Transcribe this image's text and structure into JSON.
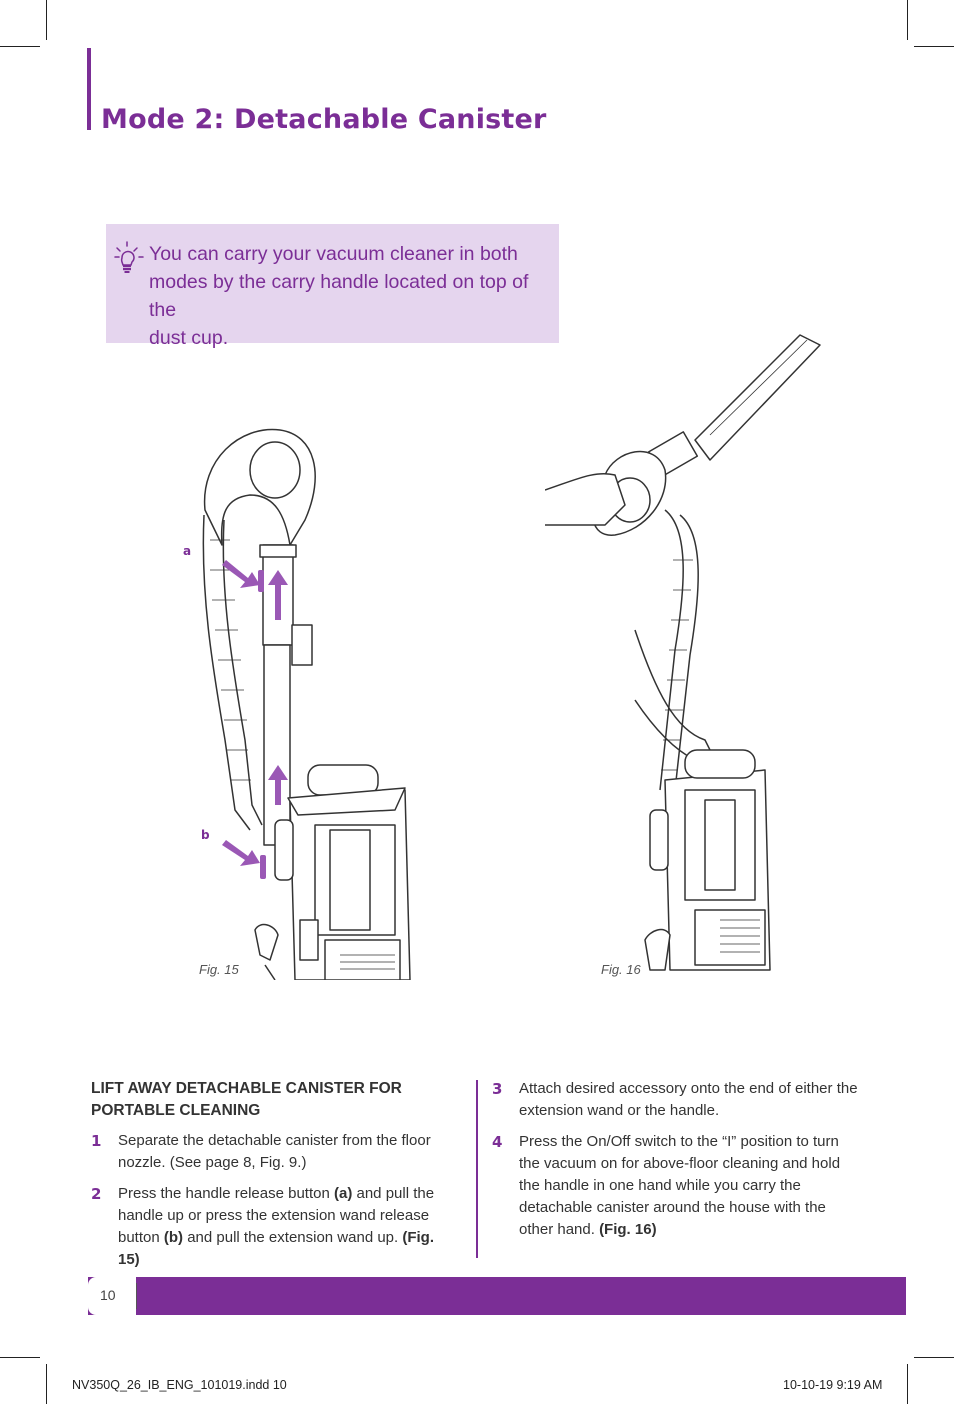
{
  "page_title": "Mode 2: Detachable Canister",
  "tip": {
    "icon": "lightbulb-icon",
    "text_line1": "You can carry your vacuum cleaner in both",
    "text_line2": "modes by the carry handle located on top of the",
    "text_line3": "dust cup."
  },
  "figures": [
    {
      "caption": "Fig. 15",
      "callout_a": "a",
      "callout_b": "b"
    },
    {
      "caption": "Fig. 16"
    }
  ],
  "instructions": {
    "heading_line1": "LIFT AWAY DETACHABLE CANISTER FOR",
    "heading_line2": "PORTABLE CLEANING",
    "steps": [
      {
        "num": "1",
        "text": "Separate the detachable canister from the floor nozzle.  (See page 8, Fig. 9.)"
      },
      {
        "num": "2",
        "t1": "Press the handle release button ",
        "b1": "(a)",
        "t2": " and pull the handle up or press the extension wand release button ",
        "b2": "(b)",
        "t3": " and pull the extension wand up. ",
        "b3": "(Fig. 15)"
      },
      {
        "num": "3",
        "text": "Attach desired accessory onto the end of either the extension wand or the handle."
      },
      {
        "num": "4",
        "t1": "Press the On/Off switch to the “I” position to turn the vacuum on for above-floor cleaning and hold the handle in one hand while you carry the detachable canister around the house with the other hand.  ",
        "b1": "(Fig. 16)"
      }
    ]
  },
  "footer": {
    "page_number": "10",
    "slug_left": "NV350Q_26_IB_ENG_101019.indd   10",
    "slug_right": "10-10-19   9:19 AM"
  },
  "colors": {
    "accent": "#7b2e96",
    "tip_background": "#e5d5ee"
  }
}
